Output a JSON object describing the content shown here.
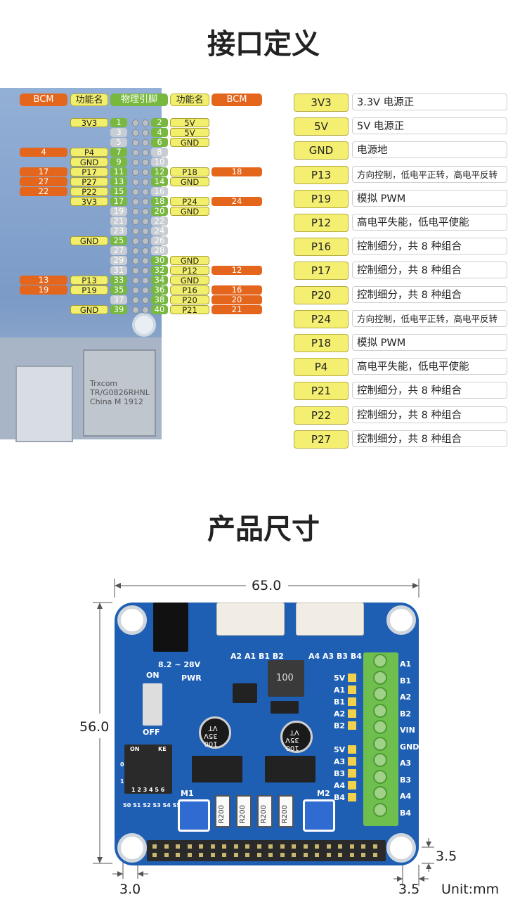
{
  "section1_title": "接口定义",
  "section2_title": "产品尺寸",
  "pin_header": {
    "bcm": "BCM",
    "func": "功能名",
    "phys": "物理引脚",
    "func2": "功能名",
    "bcm2": "BCM"
  },
  "pin_rows": [
    {
      "lb": "",
      "lf": "3V3",
      "lp": "1",
      "rp": "2",
      "rf": "5V",
      "rb": ""
    },
    {
      "lb": "",
      "lf": "",
      "lp": "3",
      "rp": "4",
      "rf": "5V",
      "rb": ""
    },
    {
      "lb": "",
      "lf": "",
      "lp": "5",
      "rp": "6",
      "rf": "GND",
      "rb": ""
    },
    {
      "lb": "4",
      "lf": "P4",
      "lp": "7",
      "rp": "8",
      "rf": "",
      "rb": ""
    },
    {
      "lb": "",
      "lf": "GND",
      "lp": "9",
      "rp": "10",
      "rf": "",
      "rb": ""
    },
    {
      "lb": "17",
      "lf": "P17",
      "lp": "11",
      "rp": "12",
      "rf": "P18",
      "rb": "18"
    },
    {
      "lb": "27",
      "lf": "P27",
      "lp": "13",
      "rp": "14",
      "rf": "GND",
      "rb": ""
    },
    {
      "lb": "22",
      "lf": "P22",
      "lp": "15",
      "rp": "16",
      "rf": "",
      "rb": ""
    },
    {
      "lb": "",
      "lf": "3V3",
      "lp": "17",
      "rp": "18",
      "rf": "P24",
      "rb": "24"
    },
    {
      "lb": "",
      "lf": "",
      "lp": "19",
      "rp": "20",
      "rf": "GND",
      "rb": ""
    },
    {
      "lb": "",
      "lf": "",
      "lp": "21",
      "rp": "22",
      "rf": "",
      "rb": ""
    },
    {
      "lb": "",
      "lf": "",
      "lp": "23",
      "rp": "24",
      "rf": "",
      "rb": ""
    },
    {
      "lb": "",
      "lf": "GND",
      "lp": "25",
      "rp": "26",
      "rf": "",
      "rb": ""
    },
    {
      "lb": "",
      "lf": "",
      "lp": "27",
      "rp": "28",
      "rf": "",
      "rb": ""
    },
    {
      "lb": "",
      "lf": "",
      "lp": "29",
      "rp": "30",
      "rf": "GND",
      "rb": ""
    },
    {
      "lb": "",
      "lf": "",
      "lp": "31",
      "rp": "32",
      "rf": "P12",
      "rb": "12"
    },
    {
      "lb": "13",
      "lf": "P13",
      "lp": "33",
      "rp": "34",
      "rf": "GND",
      "rb": ""
    },
    {
      "lb": "19",
      "lf": "P19",
      "lp": "35",
      "rp": "36",
      "rf": "P16",
      "rb": "16"
    },
    {
      "lb": "",
      "lf": "",
      "lp": "37",
      "rp": "38",
      "rf": "P20",
      "rb": "20"
    },
    {
      "lb": "",
      "lf": "GND",
      "lp": "39",
      "rp": "40",
      "rf": "P21",
      "rb": "21"
    }
  ],
  "legend": [
    {
      "key": "3V3",
      "desc": "3.3V 电源正"
    },
    {
      "key": "5V",
      "desc": "5V 电源正"
    },
    {
      "key": "GND",
      "desc": "电源地"
    },
    {
      "key": "P13",
      "desc": "方向控制，低电平正转，高电平反转"
    },
    {
      "key": "P19",
      "desc": "模拟 PWM"
    },
    {
      "key": "P12",
      "desc": "高电平失能，低电平使能"
    },
    {
      "key": "P16",
      "desc": "控制细分，共 8 种组合"
    },
    {
      "key": "P17",
      "desc": "控制细分，共 8 种组合"
    },
    {
      "key": "P20",
      "desc": "控制细分，共 8 种组合"
    },
    {
      "key": "P24",
      "desc": "方向控制，低电平正转，高电平反转"
    },
    {
      "key": "P18",
      "desc": "模拟 PWM"
    },
    {
      "key": "P4",
      "desc": "高电平失能，低电平使能"
    },
    {
      "key": "P21",
      "desc": "控制细分，共 8 种组合"
    },
    {
      "key": "P22",
      "desc": "控制细分，共 8 种组合"
    },
    {
      "key": "P27",
      "desc": "控制细分，共 8 种组合"
    }
  ],
  "rj45_text": "Trxcom\nTR/G0826RHNL\nChina M 1912",
  "dimensions": {
    "width": "65.0",
    "height": "56.0",
    "hole_x": "3.0",
    "hole_r": "3.5",
    "hole_b": "3.5",
    "unit": "Unit:mm"
  },
  "board_labels": {
    "left_conn": "A2 A1 B1 B2",
    "right_conn": "A4 A3 B3 B4",
    "voltage": "8.2 ~ 28V",
    "pwr": "PWR",
    "on": "ON",
    "off": "OFF",
    "m1": "M1",
    "m2": "M2",
    "dip_on": "ON",
    "dip_ke": "KE",
    "dip_0": "0",
    "dip_1": "1",
    "dip_nums": "1 2 3 4 5 6",
    "dip_bottom": "S0 S1 S2 S3 S4 S5",
    "ind": "100",
    "cap": "100\n35V\nVT",
    "res": "R200",
    "terminal": [
      "A1",
      "B1",
      "A2",
      "B2",
      "VIN",
      "GND",
      "A3",
      "B3",
      "A4",
      "B4"
    ],
    "hdr_left_top": [
      "5V",
      "A1",
      "B1",
      "A2",
      "B2"
    ],
    "hdr_left_bot": [
      "5V",
      "A3",
      "B3",
      "A4",
      "B4"
    ]
  },
  "colors": {
    "bcm": "#e4661c",
    "func": "#f2ef6c",
    "pin": "#78b83e",
    "board": "#1f5fb3",
    "terminal": "#6fbf4f"
  }
}
